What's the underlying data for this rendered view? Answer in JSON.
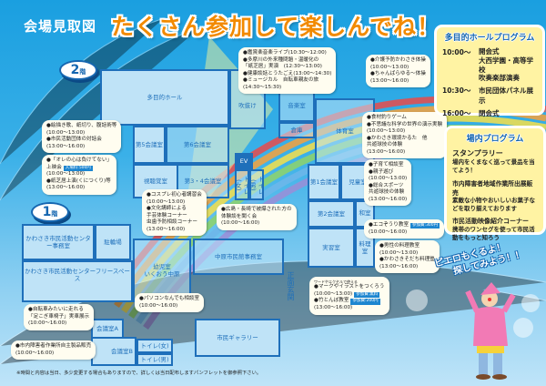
{
  "header": {
    "title": "会場見取図",
    "headline": "たくさん参加して楽しんでね！"
  },
  "floors": {
    "f2": {
      "num": "2",
      "suffix": "階"
    },
    "f1": {
      "num": "1",
      "suffix": "階"
    }
  },
  "rooms2f": {
    "hall": "多目的ホール",
    "r5": "第5会議室",
    "r6": "第6会議室",
    "av": "視聴覚室",
    "r34": "第3・4会議室",
    "atrium": "吹抜け",
    "music": "音楽室",
    "storage": "倉庫",
    "gym": "体育室",
    "r1": "第1会議室",
    "kids": "児童室",
    "r2": "第2会議室",
    "washitsu": "和室",
    "practice": "実習室",
    "cooking": "料理室",
    "toilet_f": "トイレ(女)",
    "toilet_m": "トイレ(男)",
    "elevator": "EV"
  },
  "rooms1f": {
    "office": "かわさき市民活動センター事務室",
    "bike": "駐輪場",
    "free": "かわさき市民活動センターフリースペース",
    "nursery": "幼児室\nいくおう中原",
    "nakahara": "中原市民館事務室",
    "gallery": "市民ギャラリー",
    "ra": "会議室A",
    "rb": "会議室B",
    "toilet_f": "トイレ(女)",
    "toilet_m": "トイレ(男)",
    "entrance": "正面玄関"
  },
  "callouts": {
    "hall": [
      "●鑑賞楽音楽ライブ(10:30～12:00)",
      "●多摩川の外来種問題・温暖化の",
      "「紙芝居」実演　(12:30～13:00)",
      "●健康談話とうたごえ(13:00～14:30)",
      "●ミュージカル　自転車親友の旅",
      "(14:30～15:30)"
    ],
    "music": [
      "●介護予防かわさき体操",
      "(10:00～13:00)",
      "●ちゃんばらゆる～体操",
      "(13:00～16:00)"
    ],
    "r5": [
      "●絵描き歌、紙切り、腹話術等",
      "(10:00～13:00)",
      "●市民活動団体の対話会",
      "(13:00～16:00)"
    ],
    "av": [
      "●「オレの心は負けてない」",
      "上映会",
      "(10:00～13:00)",
      "●紙芝居上演(くにつくり)等",
      "(13:00～16:00)"
    ],
    "av_tag": "入場料:500円",
    "gym": [
      "●食材釣りゲーム",
      "●不思議な科学の世界の演示実験",
      "(10:00～13:00)",
      "●かわさき環境かるた　他",
      "共遊球技の体験",
      "(13:00～16:00)"
    ],
    "kids": [
      "●子育て相談室",
      "●親子遊び",
      "(10:00～13:00)",
      "●総合スポーツ",
      "共遊球技の体験",
      "(13:00～16:00)"
    ],
    "washitsu": [
      "●エコぞうり教室",
      "(10:00～16:00)"
    ],
    "washitsu_tag": "参加費:300円",
    "cooking": [
      "●男性の料理教室",
      "(10:00～13:00)",
      "●かわさきそだち料理塾",
      "(13:00～16:00)"
    ],
    "r34": [
      "●コスプレ初心者講習会",
      "(10:00～13:00)",
      "●文化講師による",
      "手芸体験コーナー",
      "虫歯予防相談コーナー",
      "(13:00～16:00)"
    ],
    "r2": [
      "●広島・長崎で被爆された方の",
      "体験談を聞く会",
      "(10:00～16:00)"
    ],
    "practice": [
      "●マークやイラストをつくろう",
      "(10:00～13:00)",
      "●竹とんぼ教室",
      "(13:00～16:00)"
    ],
    "practice_sub": "ワードやエクセルで使える",
    "practice_tag1": "参加費:無料",
    "practice_tag2": "参加費:200円",
    "pc": [
      "●パソコンなんでも相談室",
      "(10:00～16:00)"
    ],
    "free": [
      "●自転車みたいに走れる",
      "「足こぎ車椅子」実車展示",
      "(10:00～16:00)"
    ],
    "rb": [
      "●市内障害者作業所自主製品販売",
      "(10:00～16:00)"
    ]
  },
  "hall_program": {
    "title": "多目的ホールプログラム",
    "items": [
      {
        "time": "10:00～",
        "text": "開会式\n大西学園・高等学校\n吹奏楽部演奏"
      },
      {
        "time": "10:30～",
        "text": "市民団体パネル展示"
      },
      {
        "time": "16:00～",
        "text": "閉会式"
      }
    ]
  },
  "venue_program": {
    "title": "場内プログラム",
    "items": [
      {
        "heading": "スタンプラリー",
        "desc": "場内をくまなく巡って景品を当てよう！"
      },
      {
        "heading": "市内障害者地域作業所出展販売",
        "desc": "素敵な小物やおいしいお菓子などを取り揃えております"
      },
      {
        "heading": "市民活動映像紹介コーナー",
        "desc": "携帯のワンセグを使って市民活動をもっと知ろう"
      }
    ]
  },
  "mascot": {
    "line1": "ピエロもくるよ！",
    "line2": "探してみよう！！"
  },
  "footnote": "※時間と内容は当日、多少変更する場合もありますので、詳しくは当日配布しますパンフレットを御参照下さい。",
  "colors": {
    "sky": "#1a9fe0",
    "accent": "#f28a00",
    "room": "#bfe3f7",
    "wall": "#1e6fba",
    "panel": "#fff3a3"
  }
}
